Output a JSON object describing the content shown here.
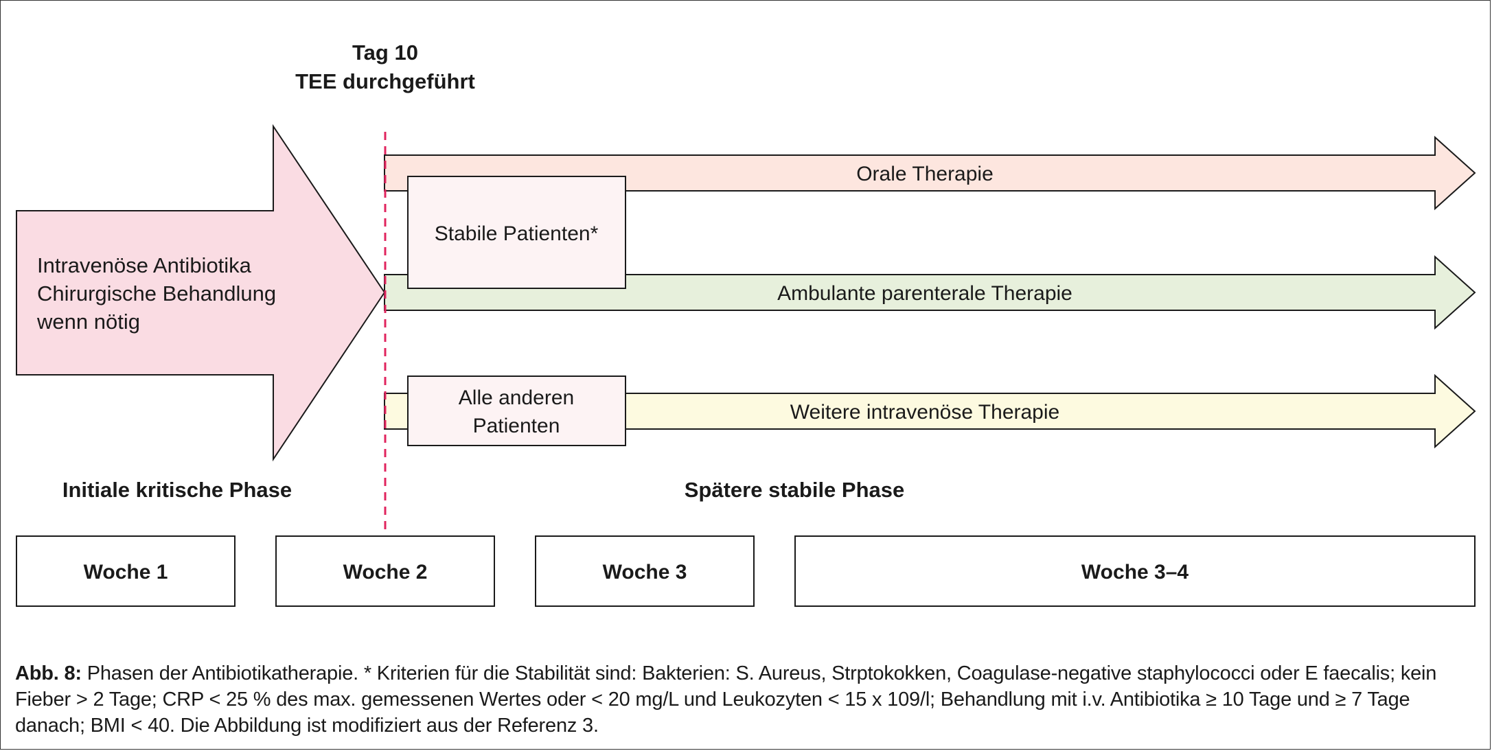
{
  "top_label": {
    "line1": "Tag 10",
    "line2": "TEE durchgeführt"
  },
  "initial_arrow": {
    "lines": [
      "Intravenöse Antibiotika",
      "Chirurgische Behandlung",
      "wenn nötig"
    ],
    "color": "#fadce3"
  },
  "arrows": [
    {
      "label": "Orale Therapie",
      "color": "#fde6df"
    },
    {
      "label": "Ambulante parenterale Therapie",
      "color": "#e7f0dc"
    },
    {
      "label": "Weitere intravenöse Therapie",
      "color": "#fdfae0"
    }
  ],
  "patient_boxes": {
    "stable": "Stabile Patienten*",
    "others_line1": "Alle anderen",
    "others_line2": "Patienten",
    "color": "#fdf3f4"
  },
  "phases": {
    "initial": "Initiale kritische Phase",
    "later": "Spätere stabile Phase"
  },
  "weeks": [
    "Woche 1",
    "Woche 2",
    "Woche 3",
    "Woche 3–4"
  ],
  "divider_color": "#e0245e",
  "caption": {
    "label": "Abb. 8:",
    "text": "Phasen der Antibiotikatherapie. * Kriterien für die Stabilität sind: Bakterien: S. Aureus, Strptokokken, Coagulase-negative staphylococci oder E faecalis; kein Fieber > 2 Tage; CRP < 25 % des max. gemessenen Wertes oder < 20 mg/L und Leukozyten < 15 x 109/l; Behandlung mit i.v. Antibiotika ≥ 10 Tage und ≥ 7 Tage danach; BMI < 40. Die Abbildung ist modifiziert aus der Referenz 3."
  }
}
